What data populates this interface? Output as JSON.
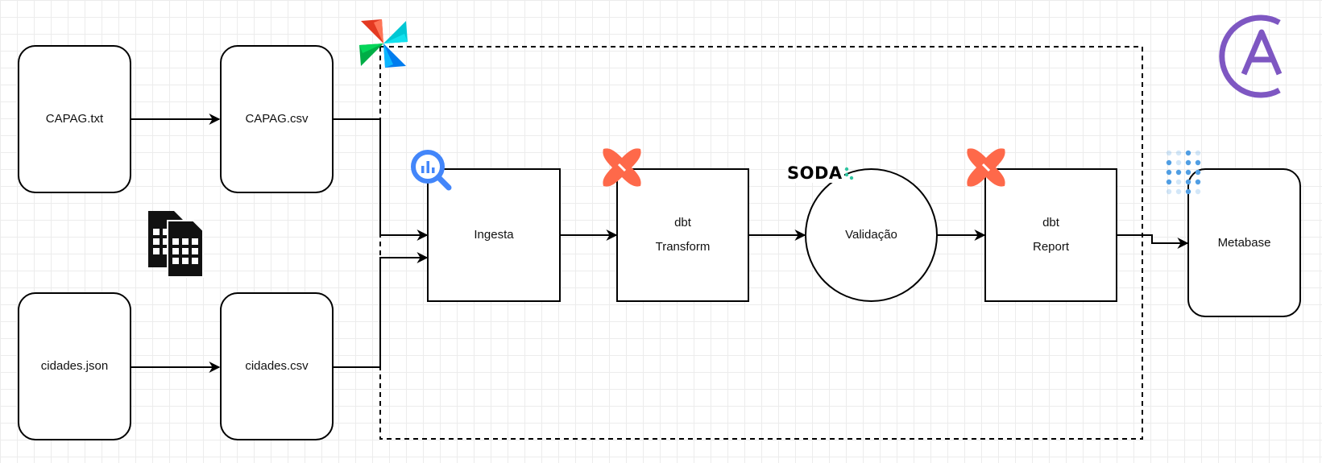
{
  "nodes": {
    "capag_txt": "CAPAG.txt",
    "capag_csv": "CAPAG.csv",
    "cidades_json": "cidades.json",
    "cidades_csv": "cidades.csv",
    "ingesta": "Ingesta",
    "dbt_transform_line1": "dbt",
    "dbt_transform_line2": "Transform",
    "validacao": "Validação",
    "dbt_report_line1": "dbt",
    "dbt_report_line2": "Report",
    "metabase": "Metabase"
  },
  "logos": {
    "soda": "SODA",
    "airflow": "airflow-icon",
    "bigquery": "bigquery-icon",
    "dbt": "dbt-icon",
    "metabase": "metabase-icon",
    "brand": "ca-brand-icon",
    "spreadsheet": "spreadsheet-files-icon"
  },
  "colors": {
    "line": "#000000",
    "dbt_orange": "#fe694a",
    "bigquery_blue": "#4386fa",
    "metabase_blue": "#509ee3",
    "brand_purple": "#7e57c2",
    "soda_green": "#2ec4a0"
  }
}
